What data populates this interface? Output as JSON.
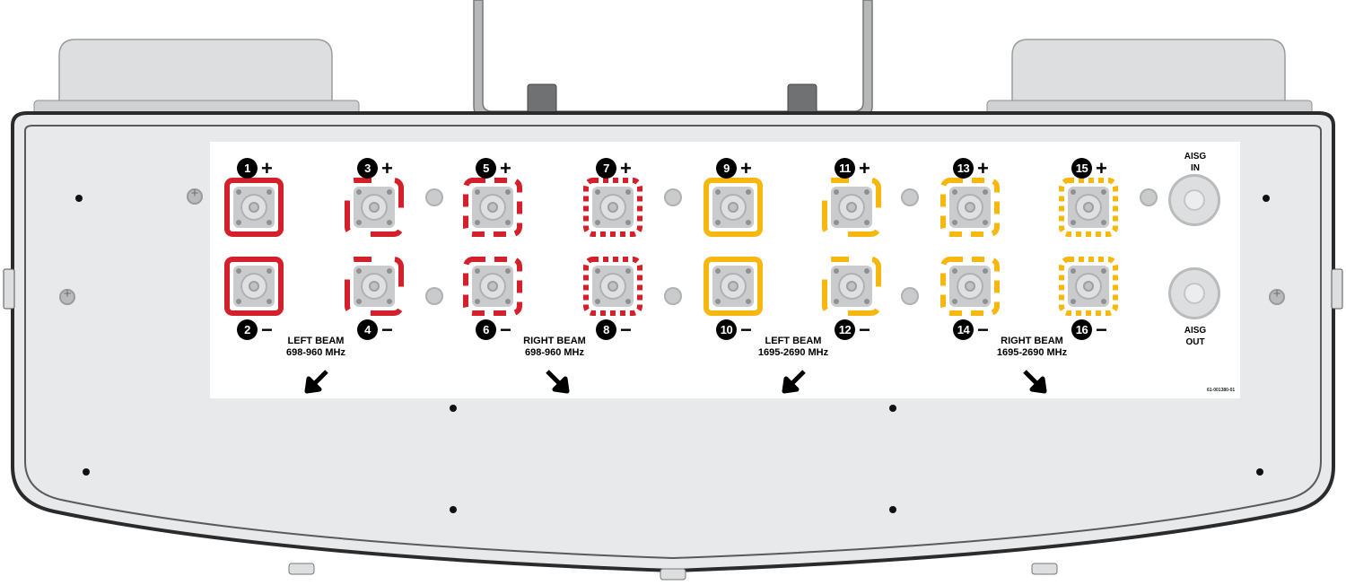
{
  "ports": [
    {
      "number": "1",
      "sign": "+",
      "band": "red",
      "style": "solid"
    },
    {
      "number": "2",
      "sign": "−",
      "band": "red",
      "style": "solid"
    },
    {
      "number": "3",
      "sign": "+",
      "band": "red",
      "style": "corners"
    },
    {
      "number": "4",
      "sign": "−",
      "band": "red",
      "style": "corners"
    },
    {
      "number": "5",
      "sign": "+",
      "band": "red",
      "style": "dashed"
    },
    {
      "number": "6",
      "sign": "−",
      "band": "red",
      "style": "dashed"
    },
    {
      "number": "7",
      "sign": "+",
      "band": "red",
      "style": "dotted"
    },
    {
      "number": "8",
      "sign": "−",
      "band": "red",
      "style": "dotted"
    },
    {
      "number": "9",
      "sign": "+",
      "band": "yellow",
      "style": "solid"
    },
    {
      "number": "10",
      "sign": "−",
      "band": "yellow",
      "style": "solid"
    },
    {
      "number": "11",
      "sign": "+",
      "band": "yellow",
      "style": "corners"
    },
    {
      "number": "12",
      "sign": "−",
      "band": "yellow",
      "style": "corners"
    },
    {
      "number": "13",
      "sign": "+",
      "band": "yellow",
      "style": "dashed"
    },
    {
      "number": "14",
      "sign": "−",
      "band": "yellow",
      "style": "dashed"
    },
    {
      "number": "15",
      "sign": "+",
      "band": "yellow",
      "style": "dotted"
    },
    {
      "number": "16",
      "sign": "−",
      "band": "yellow",
      "style": "dotted"
    }
  ],
  "beams": [
    {
      "name": "LEFT BEAM",
      "freq": "698-960 MHz",
      "arrow": "down-left"
    },
    {
      "name": "RIGHT BEAM",
      "freq": "698-960 MHz",
      "arrow": "down-right"
    },
    {
      "name": "LEFT BEAM",
      "freq": "1695-2690 MHz",
      "arrow": "down-left"
    },
    {
      "name": "RIGHT BEAM",
      "freq": "1695-2690 MHz",
      "arrow": "down-right"
    }
  ],
  "aisg": {
    "in": {
      "line1": "AISG",
      "line2": "IN"
    },
    "out": {
      "line1": "AISG",
      "line2": "OUT"
    }
  },
  "part_number": "61-001380-01",
  "colors": {
    "red": "#d3202a",
    "yellow": "#f6b70f",
    "housing": "#e6e7e8",
    "outline": "#2b2b2b"
  }
}
